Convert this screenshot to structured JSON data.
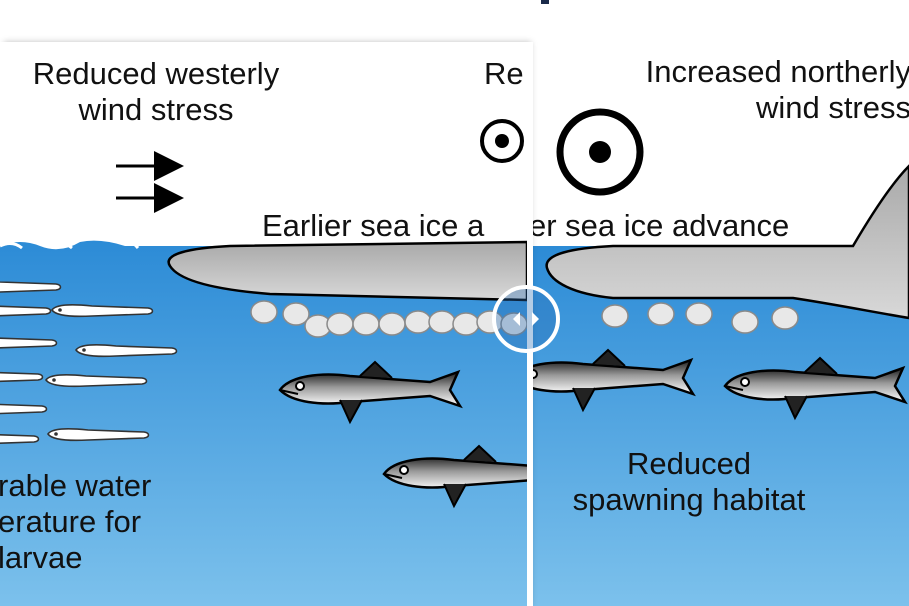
{
  "left_panel": {
    "wind_label": "Reduced westerly\nwind stress",
    "partial_label": "Re",
    "sea_ice_label": "Earlier sea ice a",
    "larvae_label": "rable water\nerature for\nlarvae"
  },
  "right_panel": {
    "wind_label": "Increased northerly\nwind stress",
    "sea_ice_label": "er sea ice advance",
    "spawning_label": "Reduced\nspawning habitat"
  },
  "colors": {
    "water_top": "#2c8bd6",
    "water_bottom": "#7cc1ec",
    "ice": "#c8c8c8",
    "title_fragment": "#1a2a4a"
  },
  "icons": {
    "wind_out_of_page": "circle-dot-icon",
    "wind_arrow": "arrow-right-icon",
    "slider": "chevron-left-right-icon"
  }
}
